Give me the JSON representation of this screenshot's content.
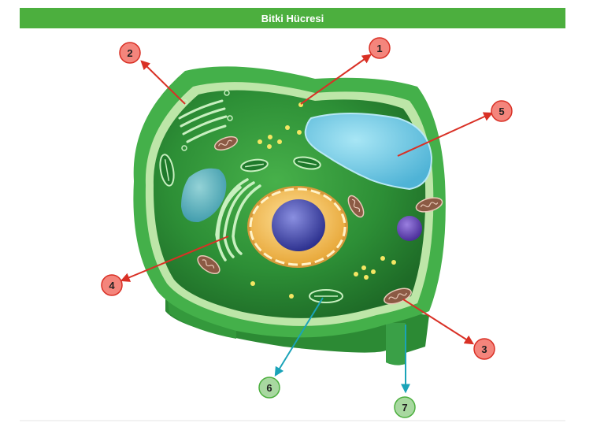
{
  "title": "Bitki Hücresi",
  "labels": [
    {
      "id": "1",
      "text": "1",
      "color": "#f4857c",
      "arrow": "#d93025"
    },
    {
      "id": "2",
      "text": "2",
      "color": "#f4857c",
      "arrow": "#d93025"
    },
    {
      "id": "3",
      "text": "3",
      "color": "#f4857c",
      "arrow": "#d93025"
    },
    {
      "id": "4",
      "text": "4",
      "color": "#f4857c",
      "arrow": "#d93025"
    },
    {
      "id": "5",
      "text": "5",
      "color": "#f4857c",
      "arrow": "#d93025"
    },
    {
      "id": "6",
      "text": "6",
      "color": "#a8d8a0",
      "arrow": "#1aa3b8"
    },
    {
      "id": "7",
      "text": "7",
      "color": "#a8d8a0",
      "arrow": "#1aa3b8"
    }
  ],
  "colors": {
    "title_bar": "#4caf3e",
    "cell_wall": "#3fa843",
    "membrane": "#bde6a8",
    "cytoplasm": "#2f9a3a",
    "vacuole": "#7fd0e8",
    "nucleus_envelope": "#f2c46a",
    "nucleolus": "#4a4fb0",
    "mitochondria": "#8b5a44",
    "granule": "#f5e663"
  }
}
